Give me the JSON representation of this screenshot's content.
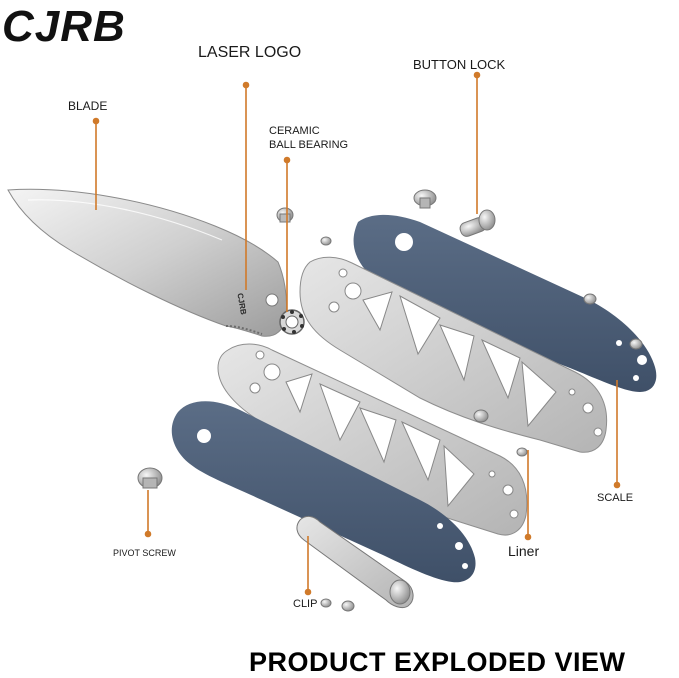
{
  "brand": "CJRB",
  "footer": "PRODUCT EXPLODED VIEW",
  "blade_engraving": "CJRB",
  "labels": {
    "blade": "BLADE",
    "laser_logo": "LASER LOGO",
    "ceramic_line1": "CERAMIC",
    "ceramic_line2": "BALL BEARING",
    "button_lock": "BUTTON LOCK",
    "scale": "SCALE",
    "liner": "Liner",
    "pivot_screw": "PIVOT SCREW",
    "clip": "CLIP"
  },
  "colors": {
    "leader": "#d07a2a",
    "scale": "#4e6078",
    "steel": "#c9c9c9",
    "text": "#1a1a1a"
  }
}
